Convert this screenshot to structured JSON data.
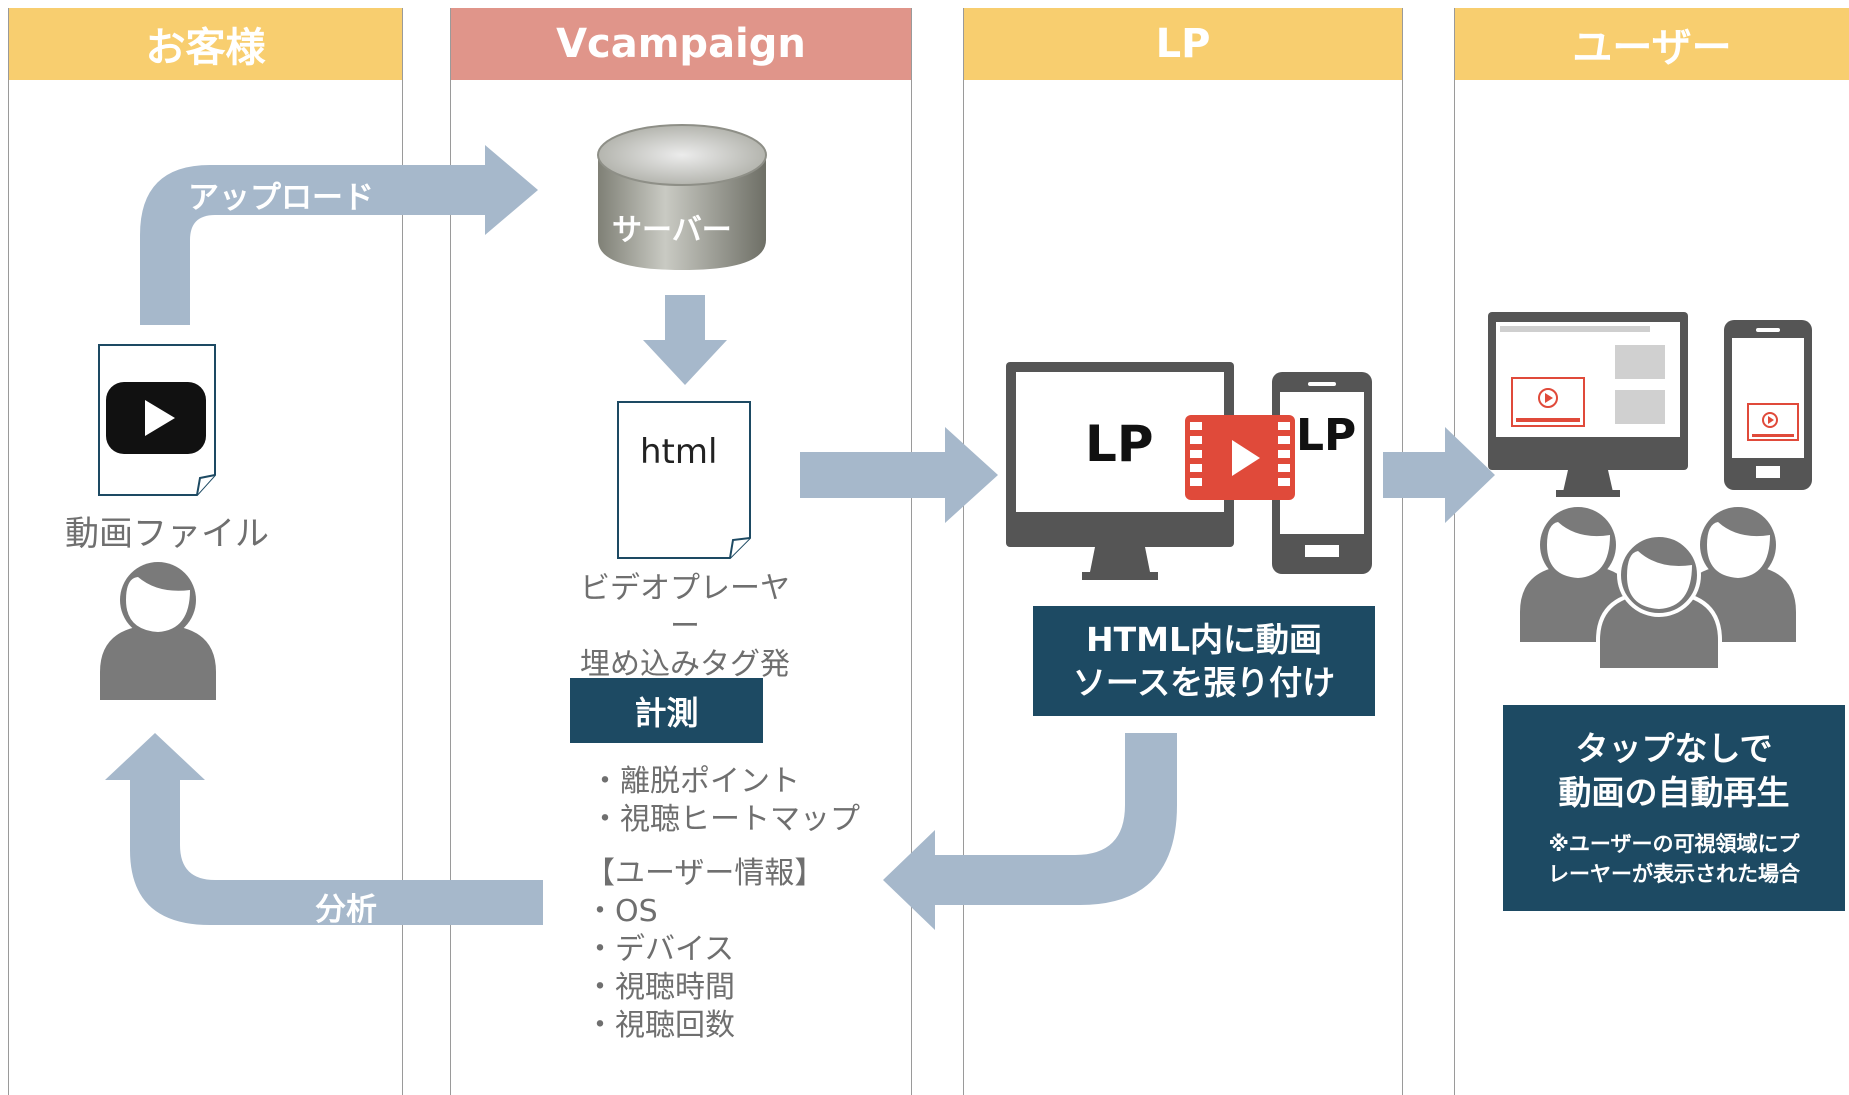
{
  "lanes": [
    {
      "title": "お客様"
    },
    {
      "title": "Vcampaign"
    },
    {
      "title": "LP"
    },
    {
      "title": "ユーザー"
    }
  ],
  "customer": {
    "upload_label": "アップロード",
    "video_file_label": "動画ファイル",
    "analysis_label": "分析"
  },
  "vcampaign": {
    "server_label": "サーバー",
    "html_doc_label": "html",
    "issue_line1": "ビデオプレーヤー",
    "issue_line2": "埋め込みタグ発行",
    "measure_title": "計測",
    "measure_items": [
      "・離脱ポイント",
      "・視聴ヒートマップ"
    ],
    "user_info_title": "【ユーザー情報】",
    "user_info_items": [
      "・OS",
      "・デバイス",
      "・視聴時間",
      "・視聴回数"
    ]
  },
  "lp": {
    "monitor_label": "LP",
    "phone_label": "LP",
    "paste_line1": "HTML内に動画",
    "paste_line2": "ソースを張り付け"
  },
  "user": {
    "autoplay_line1": "タップなしで",
    "autoplay_line2": "動画の自動再生",
    "note_line1": "※ユーザーの可視領域にプ",
    "note_line2": "レーヤーが表示された場合"
  },
  "colors": {
    "header_yellow": "#f8ce6f",
    "header_red": "#e0958a",
    "arrow": "#a6b8cb",
    "navy": "#1d4a63",
    "icon_gray": "#7a7a7a",
    "video_red": "#e04a3a"
  }
}
